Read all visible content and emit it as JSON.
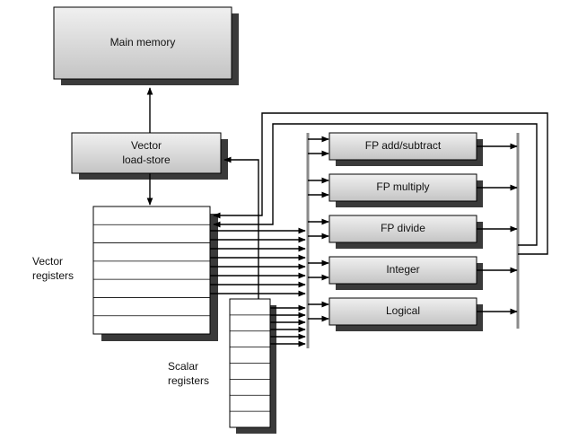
{
  "blocks": {
    "main_memory": "Main memory",
    "vector_load_store_line1": "Vector",
    "vector_load_store_line2": "load-store",
    "vector_registers_line1": "Vector",
    "vector_registers_line2": "registers",
    "scalar_registers_line1": "Scalar",
    "scalar_registers_line2": "registers"
  },
  "functional_units": [
    "FP add/subtract",
    "FP multiply",
    "FP divide",
    "Integer",
    "Logical"
  ],
  "colors": {
    "box_fill": "#d4d4d4",
    "shadow": "#3a3a3a",
    "bus": "#8a8a8a",
    "line": "#000000"
  }
}
